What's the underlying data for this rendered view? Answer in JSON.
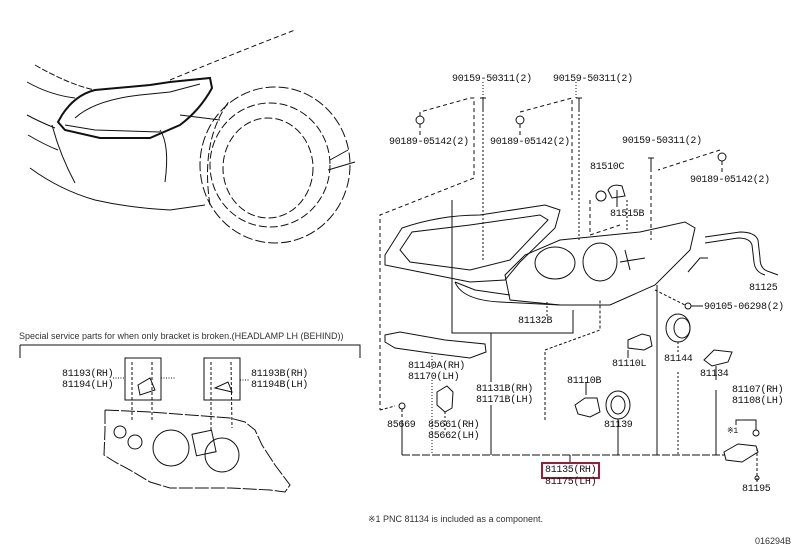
{
  "diagram": {
    "highlight_color": "#9b1b3a",
    "line_color": "#111111",
    "figure_id": "016294B",
    "special_note": "Special service parts for when only bracket is broken.(HEADLAMP LH (BEHIND))",
    "footnote": "※1 PNC 81134 is included as a component.",
    "labels": {
      "screw_a1": "90159-50311(2)",
      "screw_a2": "90159-50311(2)",
      "screw_a3": "90159-50311(2)",
      "clip_b1": "90189-05142(2)",
      "clip_b2": "90189-05142(2)",
      "clip_b3": "90189-05142(2)",
      "p81510c": "81510C",
      "p81515b": "81515B",
      "p81125": "81125",
      "bolt": "90105-06298(2)",
      "p81132b": "81132B",
      "p81140a": "81140A(RH)",
      "p81170": "81170(LH)",
      "p81131b": "81131B(RH)",
      "p81171b": "81171B(LH)",
      "p81110l": "81110L",
      "p81110b": "81110B",
      "p81144": "81144",
      "p81134": "81134",
      "p81107": "81107(RH)",
      "p81108": "81108(LH)",
      "mark1": "※1",
      "p85669": "85669",
      "p85661": "85661(RH)",
      "p85662": "85662(LH)",
      "p81139": "81139",
      "p81135": "81135(RH)",
      "p81175": "81175(LH)",
      "p81195": "81195",
      "p81193": "81193(RH)",
      "p81194": "81194(LH)",
      "p81193b": "81193B(RH)",
      "p81194b": "81194B(LH)"
    },
    "selected_part": "81135(RH)"
  }
}
